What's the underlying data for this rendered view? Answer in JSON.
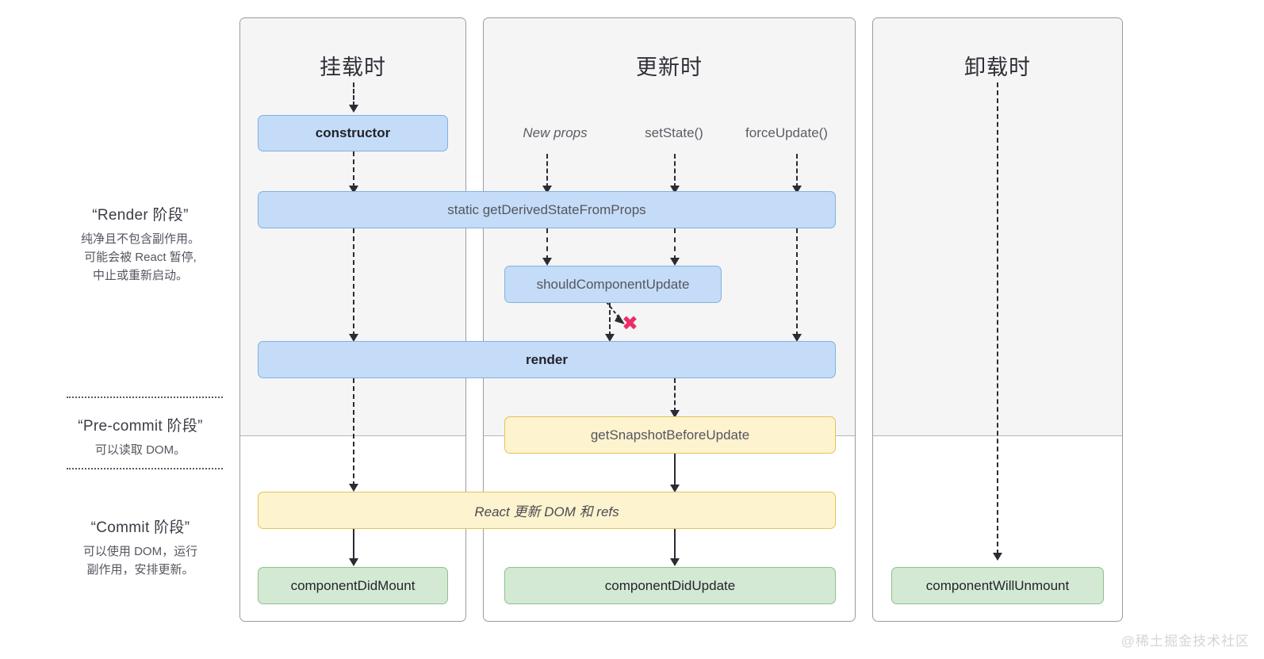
{
  "phases": [
    {
      "title": "“Render 阶段”",
      "desc_line1": "纯净且不包含副作用。",
      "desc_line2": "可能会被 React 暂停,",
      "desc_line3": "中止或重新启动。"
    },
    {
      "title": "“Pre-commit 阶段”",
      "desc_line1": "可以读取 DOM。",
      "desc_line2": "",
      "desc_line3": ""
    },
    {
      "title": "“Commit 阶段”",
      "desc_line1": "可以使用 DOM，运行",
      "desc_line2": "副作用，安排更新。",
      "desc_line3": ""
    }
  ],
  "columns": [
    {
      "title": "挂载时"
    },
    {
      "title": "更新时"
    },
    {
      "title": "卸载时"
    }
  ],
  "triggers": [
    {
      "label": "New props"
    },
    {
      "label": "setState()"
    },
    {
      "label": "forceUpdate()"
    }
  ],
  "boxes": {
    "constructor": "constructor",
    "get_derived_state": "static getDerivedStateFromProps",
    "should_component_update": "shouldComponentUpdate",
    "render": "render",
    "get_snapshot": "getSnapshotBeforeUpdate",
    "react_updates_dom": "React 更新 DOM 和 refs",
    "component_did_mount": "componentDidMount",
    "component_did_update": "componentDidUpdate",
    "component_will_unmount": "componentWillUnmount"
  },
  "symbols": {
    "skip_x": "✖"
  },
  "watermark": "@稀土掘金技术社区",
  "colors": {
    "blue_fill": "#c4dcf7",
    "blue_border": "#82b1e0",
    "yellow_fill": "#fdf3ce",
    "yellow_border": "#e3c35b",
    "green_fill": "#d3e9d3",
    "green_border": "#8dc08d",
    "x_mark": "#ec2d68",
    "column_shade": "#f5f5f5",
    "column_border": "#9a9aa2"
  }
}
